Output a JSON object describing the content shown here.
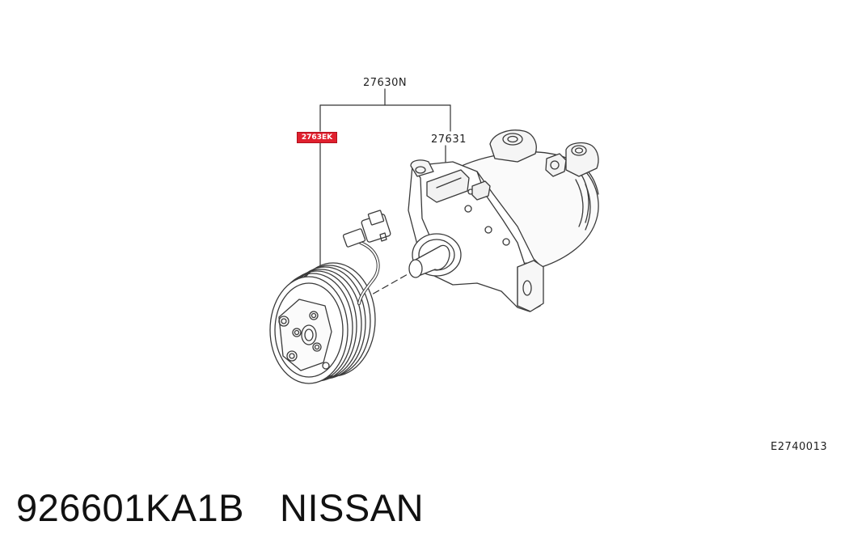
{
  "diagram": {
    "callouts": {
      "assembly": "27630N",
      "compressor": "27631",
      "highlighted_part": "2763EK"
    },
    "reference_code": "E2740013",
    "highlight_color": "#e0202e"
  },
  "caption": {
    "part_number": "926601KA1B",
    "brand": "NISSAN"
  }
}
